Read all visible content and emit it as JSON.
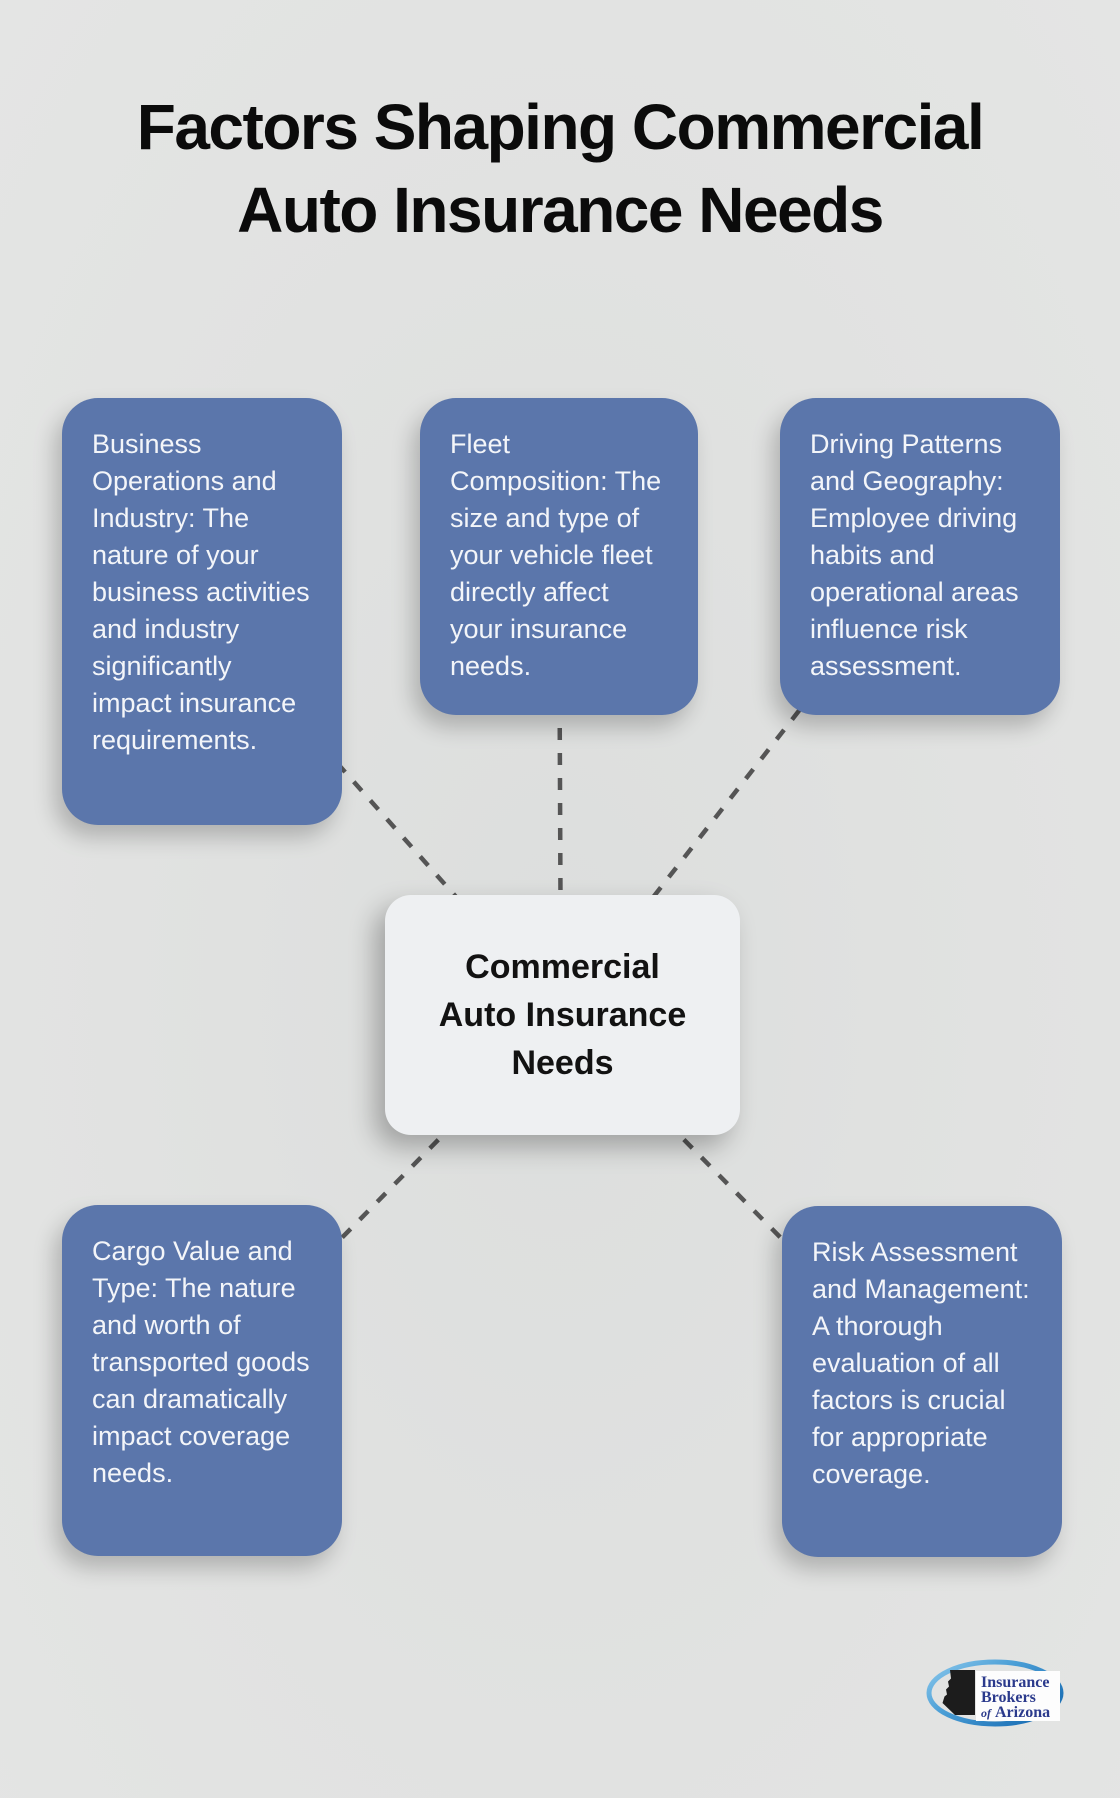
{
  "title": {
    "line1": "Factors Shaping Commercial",
    "line2": "Auto Insurance Needs"
  },
  "center_node": {
    "label": "Commercial Auto Insurance Needs"
  },
  "factors": [
    {
      "id": "business-operations",
      "text": "Business Operations and Industry: The nature of your business activities and industry significantly impact insurance requirements."
    },
    {
      "id": "fleet-composition",
      "text": "Fleet Composition: The size and type of your vehicle fleet directly affect your insurance needs."
    },
    {
      "id": "driving-patterns",
      "text": "Driving Patterns and Geography: Employee driving habits and operational areas influence risk assessment."
    },
    {
      "id": "cargo-value",
      "text": "Cargo Value and Type: The nature and worth of transported goods can dramatically impact coverage needs."
    },
    {
      "id": "risk-assessment",
      "text": "Risk Assessment and Management: A thorough evaluation of all factors is crucial for appropriate coverage."
    }
  ],
  "logo": {
    "line1": "Insurance",
    "line2": "Brokers",
    "line3_prefix": "of",
    "line3_name": "Arizona"
  },
  "colors": {
    "background": "#e0e1e0",
    "factor_box": "#5b76ab",
    "factor_text": "#f3f5f9",
    "center_box": "#eef0f2",
    "center_text": "#121212",
    "connector": "#555555",
    "title_text": "#0b0b0b",
    "logo_text": "#2b3a8c",
    "logo_ellipse_light": "#8cc9ec",
    "logo_ellipse_dark": "#1b6fb5"
  }
}
